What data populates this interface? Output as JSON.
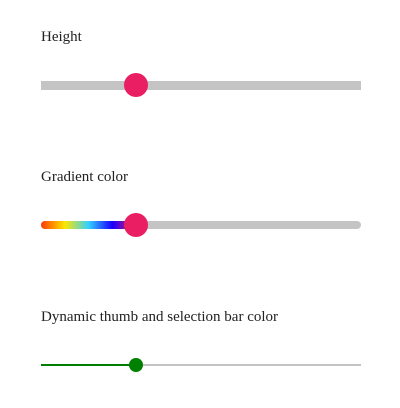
{
  "sliders": [
    {
      "id": "height",
      "label": "Height",
      "value_fraction": 0.297,
      "track_color": "#c4c4c4",
      "thumb_color": "#e91e63",
      "selection_style": "none"
    },
    {
      "id": "gradient",
      "label": "Gradient color",
      "value_fraction": 0.297,
      "track_color": "#c4c4c4",
      "thumb_color": "#e91e63",
      "selection_style": "gradient",
      "gradient_colors": [
        "#ff3b00",
        "#ffe500",
        "#34d1ff",
        "#1a00ff",
        "#e91e63"
      ]
    },
    {
      "id": "dynamic",
      "label": "Dynamic thumb and selection bar color",
      "value_fraction": 0.297,
      "track_color": "#c4c4c4",
      "thumb_color": "#008000",
      "selection_style": "solid",
      "selection_color": "#008000"
    }
  ]
}
